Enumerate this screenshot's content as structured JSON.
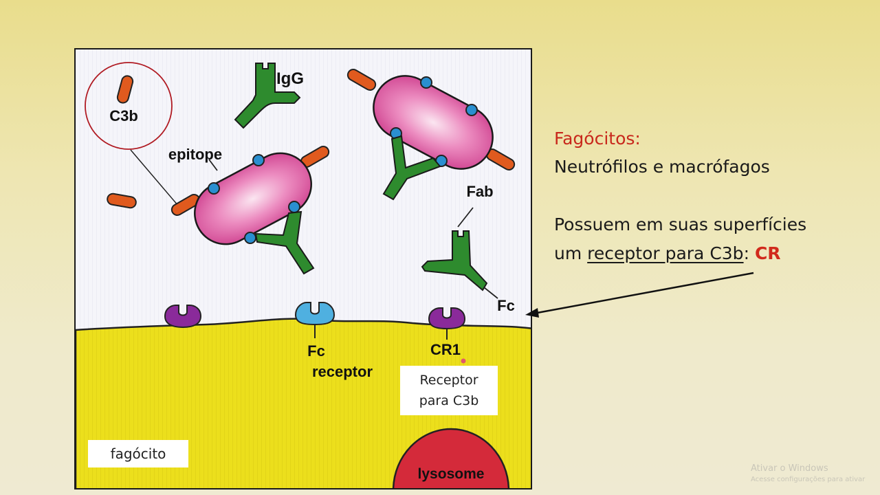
{
  "diagram": {
    "labels": {
      "c3b": "C3b",
      "igg": "IgG",
      "epitope": "epitope",
      "fab": "Fab",
      "fc": "Fc",
      "fc_receptor_line1": "Fc",
      "fc_receptor_line2": "receptor",
      "cr1": "CR1",
      "lysosome": "lysosome"
    },
    "boxes": {
      "phagocyte": "fagócito",
      "receptor_line1": "Receptor",
      "receptor_line2": "para C3b"
    },
    "colors": {
      "antibody": "#2e8b2e",
      "c3b": "#e05a1e",
      "bacterium": "#e06aa8",
      "epitope": "#2a8fd0",
      "cr1_receptor": "#8a2a9a",
      "fc_receptor": "#4fb0e0",
      "phagocyte": "#ecdf1c",
      "lysosome": "#d42a3a"
    }
  },
  "side_panel": {
    "title": "Fagócitos:",
    "line1": "Neutrófilos e macrófagos",
    "line2": "Possuem em suas superfícies",
    "line3_prefix": "um ",
    "line3_underlined": "receptor para C3b",
    "line3_colon": ": ",
    "line3_acronym": "CR"
  },
  "watermark": {
    "line1": "Ativar o Windows",
    "line2": "Acesse configurações para ativar"
  }
}
